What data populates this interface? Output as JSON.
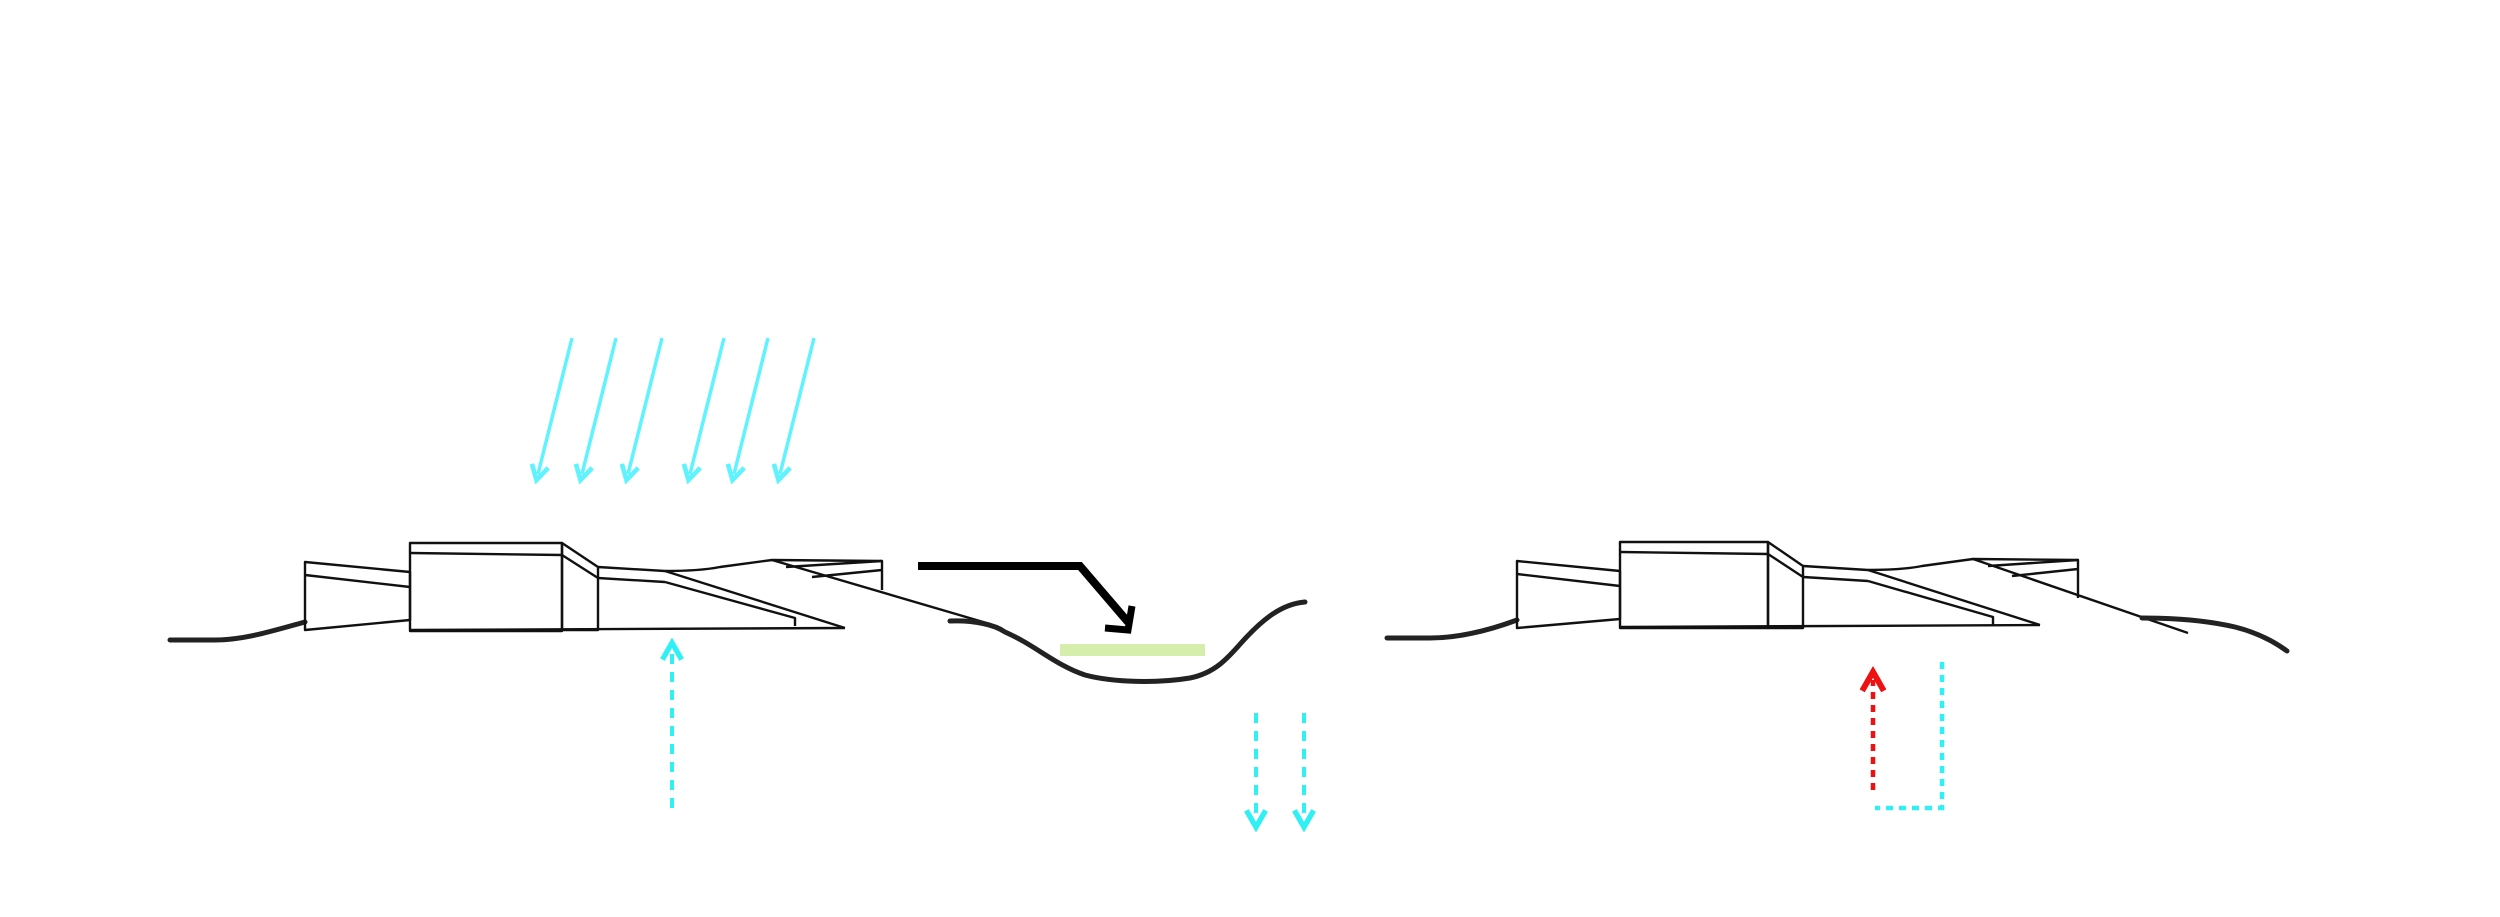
{
  "diagram": {
    "background": "#ffffff",
    "colors": {
      "outline": "#111111",
      "ground": "#222222",
      "rain": "#5ff3ff",
      "groundwater": "#2ff0f4",
      "heat": "#ee1111",
      "runoff": "#000000",
      "wetland": "#d5eeac"
    },
    "panels": [
      {
        "name": "left-section",
        "elements": [
          "building-section",
          "ground-line",
          "rain-arrows",
          "rising-groundwater-arrow",
          "runoff-arrow",
          "retention-pond",
          "infiltration-arrows"
        ]
      },
      {
        "name": "right-section",
        "elements": [
          "building-section",
          "ground-line",
          "heat-return-arrow",
          "cool-supply-loop"
        ]
      }
    ]
  }
}
